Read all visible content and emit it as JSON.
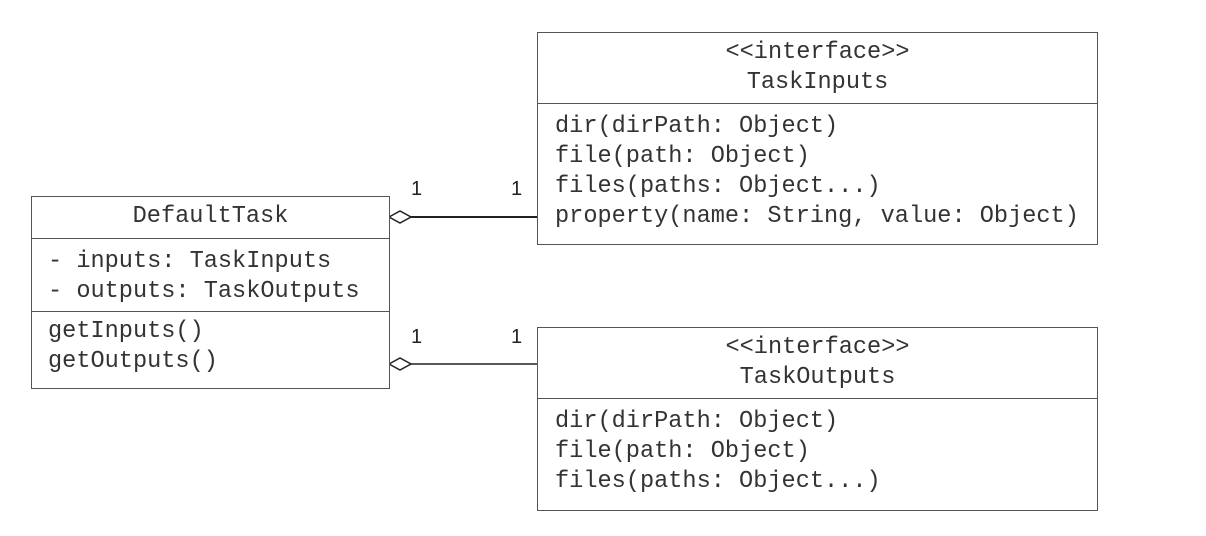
{
  "default_task": {
    "name": "DefaultTask",
    "attributes": [
      "- inputs: TaskInputs",
      "- outputs: TaskOutputs"
    ],
    "methods": [
      "getInputs()",
      "getOutputs()"
    ]
  },
  "task_inputs": {
    "stereotype": "<<interface>>",
    "name": "TaskInputs",
    "methods": [
      "dir(dirPath: Object)",
      "file(path: Object)",
      "files(paths: Object...)",
      "property(name: String, value: Object)"
    ]
  },
  "task_outputs": {
    "stereotype": "<<interface>>",
    "name": "TaskOutputs",
    "methods": [
      "dir(dirPath: Object)",
      "file(path: Object)",
      "files(paths: Object...)"
    ]
  },
  "associations": [
    {
      "source_mult": "1",
      "target_mult": "1"
    },
    {
      "source_mult": "1",
      "target_mult": "1"
    }
  ]
}
